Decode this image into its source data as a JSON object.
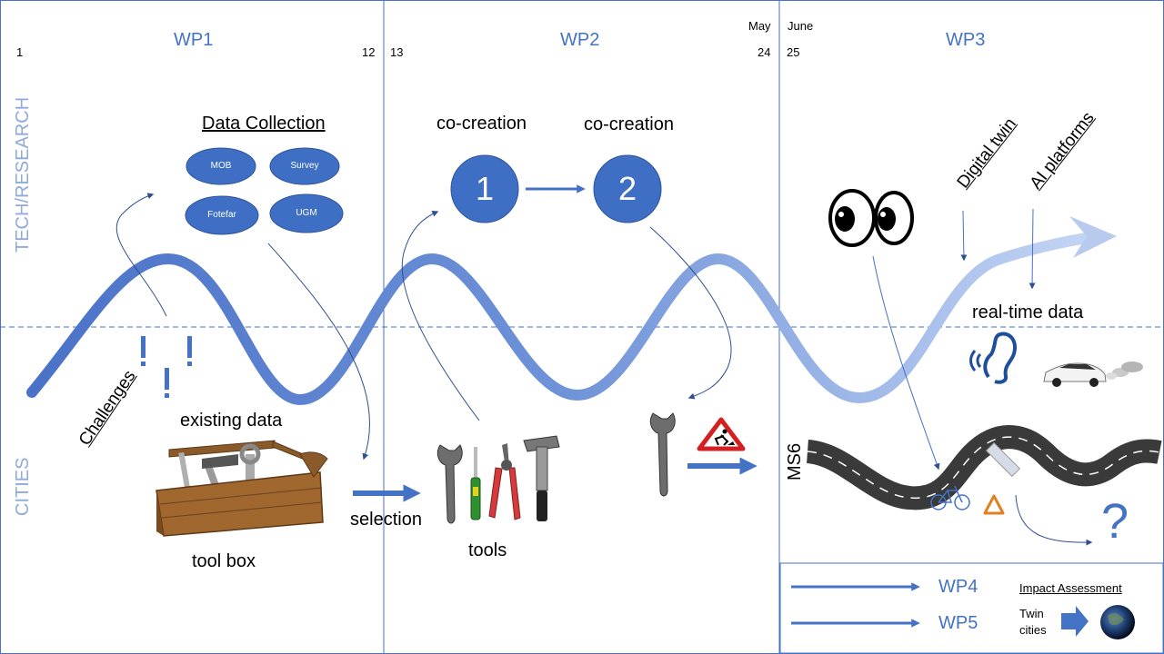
{
  "phases": [
    {
      "label": "WP1",
      "start": "1",
      "end": "12"
    },
    {
      "label": "WP2",
      "start": "13",
      "end": "24"
    },
    {
      "label": "WP3",
      "start": "25"
    }
  ],
  "months": {
    "may": "May",
    "june": "June"
  },
  "lanes": {
    "top": "TECH/RESEARCH",
    "bottom": "CITIES"
  },
  "data_collection": {
    "title": "Data Collection",
    "items": [
      "MOB",
      "Survey",
      "Fotefar",
      "UGM"
    ]
  },
  "cocreation": [
    {
      "title": "co-creation",
      "number": "1"
    },
    {
      "title": "co-creation",
      "number": "2"
    }
  ],
  "labels": {
    "challenges": "Challenges",
    "existing_data": "existing data",
    "tool_box": "tool box",
    "selection": "selection",
    "tools": "tools",
    "ms6": "MS6",
    "digital_twin": "Digital twin",
    "ai_platforms": "AI platforms",
    "real_time_data": "real-time data",
    "question": "?"
  },
  "legend": {
    "wp4": "WP4",
    "wp5": "WP5",
    "impact": "Impact Assessment",
    "twin_cities": "Twin cities"
  },
  "colors": {
    "accent": "#4472c4",
    "circle_fill": "#3f6fc4",
    "wave_light": "#aec3ee",
    "wave_dark": "#4a72c8",
    "lane_label": "#8faadc"
  }
}
